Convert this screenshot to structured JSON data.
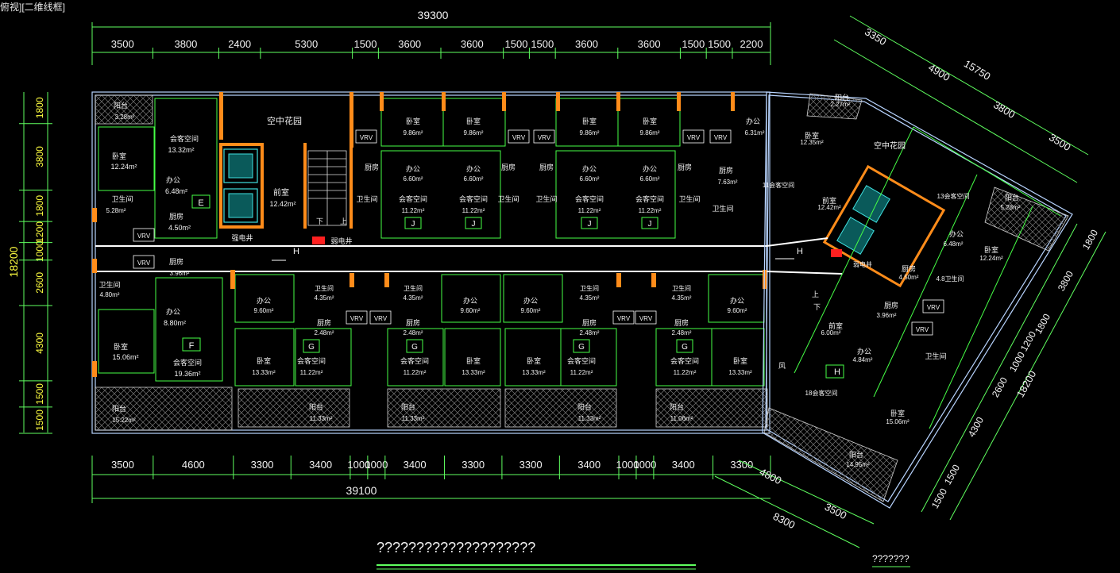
{
  "viewport_label": "俯视][二维线框]",
  "top_total": "39300",
  "top_dims": [
    "3500",
    "3800",
    "2400",
    "5300",
    "1500",
    "3600",
    "3600",
    "1500",
    "1500",
    "3600",
    "3600",
    "1500",
    "1500",
    "2200"
  ],
  "bottom_total": "39100",
  "bottom_dims": [
    "3500",
    "4600",
    "3300",
    "3400",
    "1000",
    "1000",
    "3400",
    "3300",
    "3300",
    "3400",
    "1000",
    "1000",
    "3400",
    "3300"
  ],
  "left_total": "18200",
  "left_dims": [
    "1800",
    "3800",
    "1800",
    "1200",
    "1000",
    "2600",
    "4300",
    "1500",
    "1500"
  ],
  "right_total": "18200",
  "right_dims": [
    "1800",
    "3800",
    "1800",
    "1200",
    "1000",
    "2600",
    "4300",
    "1500",
    "1500"
  ],
  "diag_top_total": "15750",
  "diag_top_dims": [
    "3350",
    "4900",
    "3800",
    "3500"
  ],
  "diag_bottom_total": "8300",
  "diag_bottom_dims": [
    "4800",
    "3500"
  ],
  "garden_label": "空中花园",
  "foyer_label": "前室",
  "foyer_area": "12.42m²",
  "shaft_label": "强电井",
  "weak_shaft": "弱电井",
  "vrv": "VRV",
  "rooms_top": [
    {
      "name": "卧室",
      "area": "9.86m²"
    },
    {
      "name": "卧室",
      "area": "9.86m²"
    },
    {
      "name": "卧室",
      "area": "9.86m²"
    },
    {
      "name": "卧室",
      "area": "9.86m²"
    }
  ],
  "rooms_mid": [
    {
      "name": "办公",
      "area": "6.60m²"
    },
    {
      "name": "办公",
      "area": "6.60m²"
    },
    {
      "name": "办公",
      "area": "6.60m²"
    },
    {
      "name": "办公",
      "area": "6.60m²"
    }
  ],
  "rooms_living_top": [
    "11.22m²",
    "11.22m²",
    "11.22m²",
    "11.22m²"
  ],
  "living_label": "会客空间",
  "kitchen_label": "厨房",
  "bath_label": "卫生间",
  "balcony_label": "阳台",
  "bedroom_label": "卧室",
  "office_label": "办公",
  "left_block": {
    "balcony": "3.28m²",
    "living": "13.32m²",
    "bedroom": "12.24m²",
    "office": "6.48m²",
    "bath": "5.28m²",
    "kitchen": "4.50m²",
    "kitchen2": "3.96m²",
    "bath2": "4.80m²",
    "office2": "8.80m²",
    "bedroom2": "15.06m²",
    "living2": "19.36m²",
    "balcony2": "15.22m²",
    "unit_e": "E",
    "unit_f": "F"
  },
  "bottom_rooms": {
    "office": "9.60m²",
    "bedroom": "13.33m²",
    "living": "11.22m²",
    "kitchen": "2.48m²",
    "bath": "4.35m²",
    "balcony": "11.33m²",
    "balcony_alt": "11.06m²",
    "unit": "G"
  },
  "unit_j": "J",
  "unit_h": "H",
  "right_block": {
    "balcony": "2.27m²",
    "office": "6.31m²",
    "bedroom": "12.35m²",
    "living": "11会客空间",
    "foyer": "12.42m²",
    "living2": "13会客空间",
    "balcony2": "5.28m²",
    "office2": "6.48m²",
    "bedroom2": "12.24m²",
    "kitchen": "4.50m²",
    "bath": "4.8卫生间",
    "kitchen2": "3.96m²",
    "foyer2": "6.00m²",
    "office3": "4.84m²",
    "living3": "18会客空间",
    "bedroom3": "15.06m²",
    "balcony3": "14.95m²",
    "kitchen3": "7.63m²"
  },
  "bottom_title": "????????????????????",
  "bottom_right_text": "???????",
  "up_label": "上",
  "down_label": "下",
  "feng_label": "风"
}
